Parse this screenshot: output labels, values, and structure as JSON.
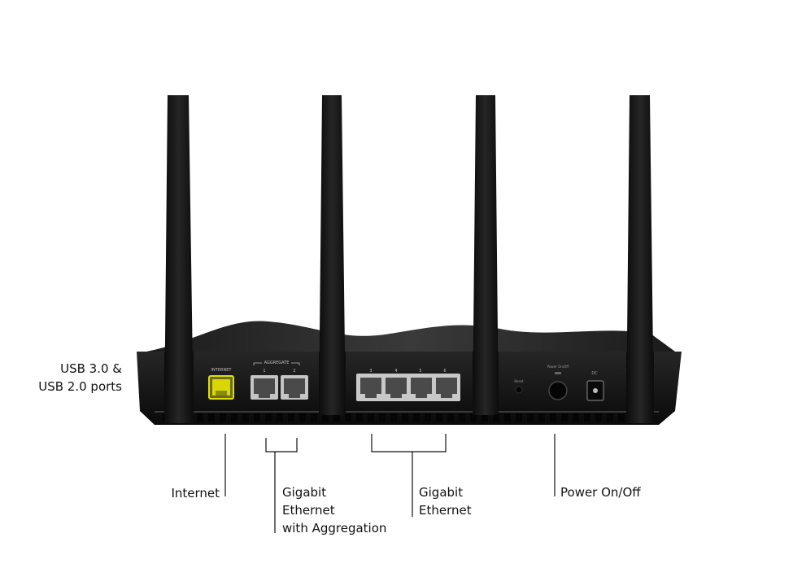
{
  "callouts": {
    "usb": {
      "lines": [
        "USB 3.0 &",
        "USB 2.0 ports"
      ]
    },
    "internet": {
      "lines": [
        "Internet"
      ]
    },
    "gigabit_aggregation": {
      "lines": [
        "Gigabit",
        "Ethernet",
        "with Aggregation"
      ]
    },
    "gigabit": {
      "lines": [
        "Gigabit",
        "Ethernet"
      ]
    },
    "power": {
      "lines": [
        "Power On/Off"
      ]
    }
  },
  "panel_text": {
    "internet": "INTERNET",
    "aggregate": "AGGREGATE",
    "agg_port_1": "1",
    "agg_port_2": "2",
    "lan_3": "3",
    "lan_4": "4",
    "lan_5": "5",
    "lan_6": "6",
    "reset": "Reset",
    "power": "Power On/Off",
    "dc": "DC"
  },
  "colors": {
    "body": "#141414",
    "antenna": "#1a1a1a",
    "port": "#b9b9b9",
    "internet_port": "#d9d600",
    "label_text": "#111111"
  }
}
